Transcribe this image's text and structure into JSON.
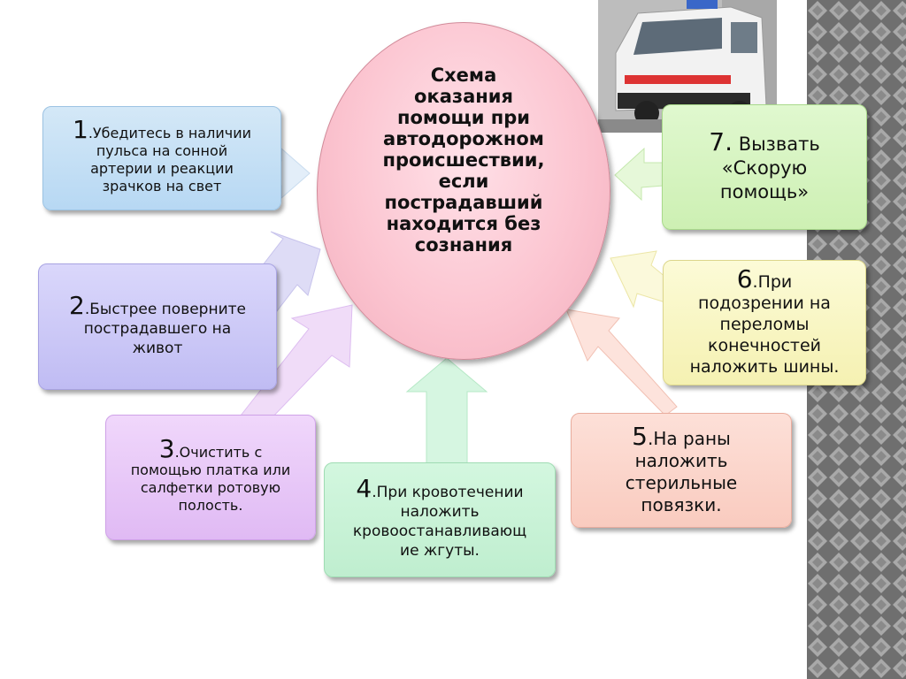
{
  "center": {
    "title": "Схема\nоказания\nпомощи при\nавтодорожном\nпроисшествии,\nесли\nпострадавший\nнаходится без\nсознания"
  },
  "steps": [
    {
      "num": "1",
      "text": ".Убедитесь в наличии\nпульса на сонной\nартерии и реакции\nзрачков на свет"
    },
    {
      "num": "2",
      "text": ".Быстрее поверните\nпострадавшего на\nживот"
    },
    {
      "num": "3",
      "text": ".Очистить с\nпомощью платка или\nсалфетки ротовую\nполость."
    },
    {
      "num": "4",
      "text": ".При кровотечении\nналожить\nкровоостанавливающ\nие жгуты."
    },
    {
      "num": "5",
      "text": ".На раны\nналожить\nстерильные\nповязки."
    },
    {
      "num": "6",
      "text": ".При\nподозрении на\nпереломы\nконечностей\nналожить шины."
    },
    {
      "num": "7.",
      "text": " Вызвать\n«Скорую\nпомощь»"
    }
  ],
  "colors": {
    "center": "#fbc3cf",
    "step1": "#b7d8f3",
    "step2": "#c0bcf3",
    "step3": "#e0baf4",
    "step4": "#bfeecf",
    "step5": "#f9cbbf",
    "step6": "#f5f1b2",
    "step7": "#cdf0b3"
  },
  "image": {
    "icon": "ambulance-photo"
  }
}
